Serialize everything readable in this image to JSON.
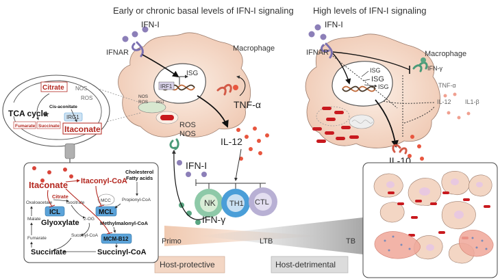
{
  "headers": {
    "left": "Early or chronic basal levels of IFN-I signaling",
    "right": "High levels of IFN-I signaling"
  },
  "left_cell": {
    "ifn_i": "IFN-I",
    "ifnar": "IFNAR",
    "macrophage": "Macrophage",
    "isg": "ISG",
    "irf1": "IRF1",
    "nos_small": "NOS",
    "ros_small": "ROS",
    "irg1_small": "IRG1",
    "ros": "ROS",
    "nos": "NOS",
    "tnf_a": "TNF-α",
    "il_12": "IL-12",
    "ifn_i_free": "IFN-I",
    "ifn_gamma": "IFN-γ",
    "nk": "NK",
    "th1": "TH1",
    "ctl": "CTL"
  },
  "mitochondrion": {
    "citrate": "Citrate",
    "nos": "NOS",
    "ros": "ROS",
    "cis_aconitate": "Cis-aconitate",
    "tca_cycle": "TCA cycle",
    "irg1": "IRG1",
    "fumarate": "Fumarate",
    "succinate": "Succinate",
    "itaconate": "Itaconate"
  },
  "pathway": {
    "itaconate": "Itaconate",
    "itaconyl_coa": "Itaconyl-CoA",
    "cholesterol": "Cholesterol",
    "fatty_acids": "Fatty acids",
    "citrate": "Citrate",
    "mcc": "MCC",
    "propionyl_coa": "Propionyl-CoA",
    "oxaloacetate": "Oxaloacetate",
    "isocitrate": "Isocitrate",
    "icl": "ICL",
    "mcl": "MCL",
    "malate": "Malate",
    "glyoxylate": "Glyoxylate",
    "two_og": "2-OG",
    "methylmalonyl_coa": "Methylmalonyl-CoA",
    "fumarate": "Fumarate",
    "succinyl_coa_small": "Succinyl-CoA",
    "mcm_b12": "MCM-B12",
    "succinate": "Succinate",
    "succinyl_coa": "Succinyl-CoA"
  },
  "right_cell": {
    "ifn_i": "IFN-I",
    "ifnar": "IFNAR",
    "macrophage": "Macrophage",
    "isg1": "ISG",
    "isg2": "ISG",
    "isg3": "ISG",
    "ifn_gamma": "IFN-γ",
    "tnf_a": "TNF-α",
    "il_12": "IL-12",
    "il1_b": "IL1-β",
    "il_10": "IL-10"
  },
  "progression": {
    "primo": "Primo",
    "ltb": "LTB",
    "tb": "TB",
    "host_protective": "Host-protective",
    "host_detrimental": "Host-detrimental"
  },
  "colors": {
    "cell_fill": "#f5d9c8",
    "cell_stroke": "#8a6a5a",
    "bacteria": "#c8191e",
    "itaconate_red": "#b3261e",
    "enzyme_blue": "#5ba3d9",
    "nk_fill": "#8ec9a8",
    "th1_fill": "#4a9ed8",
    "ctl_fill": "#b8b0d4",
    "receptor_purple": "#7a6fb0",
    "receptor_green": "#4a9a78",
    "cytokine_red": "#e8563f"
  }
}
